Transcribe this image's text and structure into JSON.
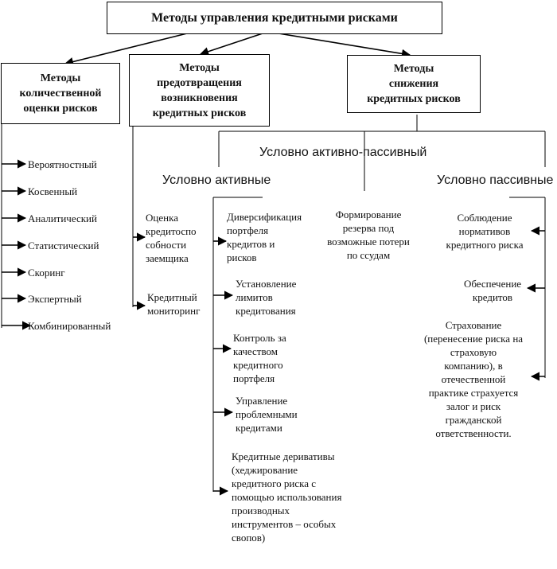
{
  "title": "Методы управления кредитными рисками",
  "boxes": {
    "quant": "Методы\nколичественной\nоценки рисков",
    "prevent": "Методы\nпредотвращения\nвозникновения\nкредитных рисков",
    "reduce": "Методы\nснижения\nкредитных рисков"
  },
  "quant_items": [
    "Вероятностный",
    "Косвенный",
    "Аналитический",
    "Статистический",
    "Скоринг",
    "Экспертный",
    "Комбинированный"
  ],
  "prevent_items": [
    "Оценка\nкредитоспо\nсобности\nзаемщика",
    "Кредитный\nмониторинг"
  ],
  "groups": {
    "active_passive": "Условно активно-пассивный",
    "active": "Условно активные",
    "passive": "Условно пассивные"
  },
  "active_items": [
    "Диверсификация\nпортфеля\nкредитов и\nрисков",
    "Установление\nлимитов\nкредитования",
    "Контроль за\nкачеством\nкредитного\nпортфеля",
    "Управление\nпроблемными\nкредитами",
    "Кредитные деривативы\n(хеджирование\nкредитного риска с\nпомощью использования\nпроизводных\nинструментов – особых\nсвопов)"
  ],
  "active_passive_item": "Формирование\nрезерва под\nвозможные потери\nпо ссудам",
  "passive_items": [
    "Соблюдение\nнормативов\nкредитного риска",
    "Обеспечение\nкредитов",
    "Страхование\n(перенесение риска на\nстраховую\nкомпанию), в\nотечественной\nпрактике страхуется\nзалог и риск\nгражданской\nответственности."
  ]
}
